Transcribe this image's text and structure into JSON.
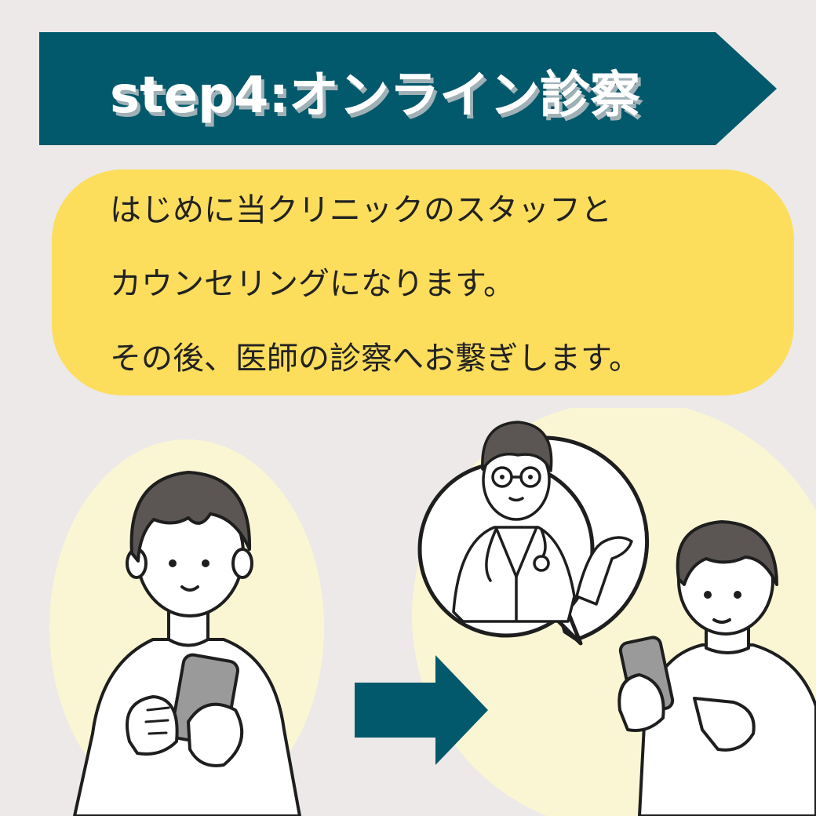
{
  "banner": {
    "title": "step4:オンライン診察",
    "bg_color": "#02596b"
  },
  "info": {
    "lines": [
      "はじめに当クリニックのスタッフと",
      "カウンセリングになります。",
      "その後、医師の診察へお繋ぎします。"
    ],
    "bg_color": "#fddd5c"
  },
  "illustration": {
    "patient_left": "person-with-smartphone",
    "arrow": "arrow-right-icon",
    "doctor": "doctor-with-stethoscope",
    "patient_right": "person-pointing-at-smartphone",
    "accent_color": "#02596b",
    "circle_color": "#faf6d4"
  }
}
